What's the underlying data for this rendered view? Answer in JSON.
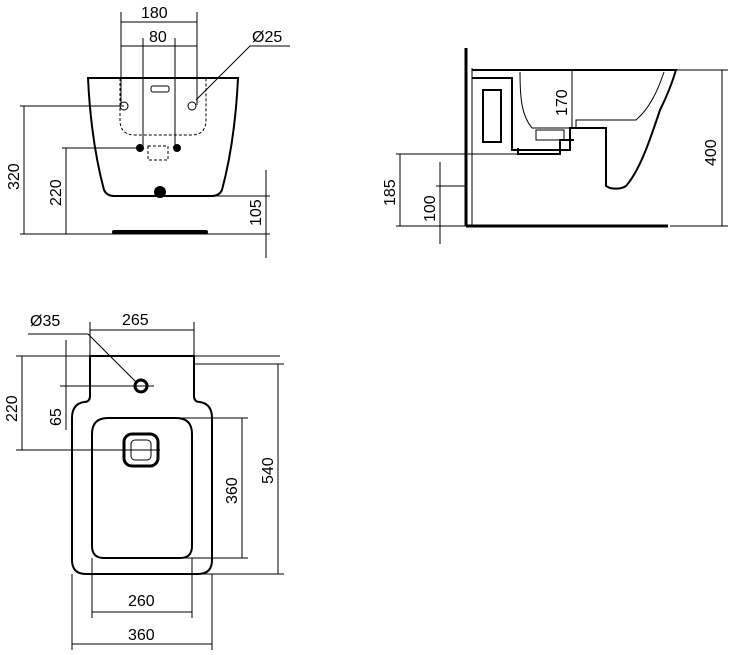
{
  "dimensions": {
    "front": {
      "d180": "180",
      "d80": "80",
      "d25": "Ø25",
      "d320": "320",
      "d220": "220",
      "d105": "105"
    },
    "side": {
      "d170": "170",
      "d400": "400",
      "d185": "185",
      "d100": "100"
    },
    "top": {
      "d35": "Ø35",
      "d265": "265",
      "d220": "220",
      "d65": "65",
      "d360v": "360",
      "d540": "540",
      "d260": "260",
      "d360h": "360"
    }
  }
}
